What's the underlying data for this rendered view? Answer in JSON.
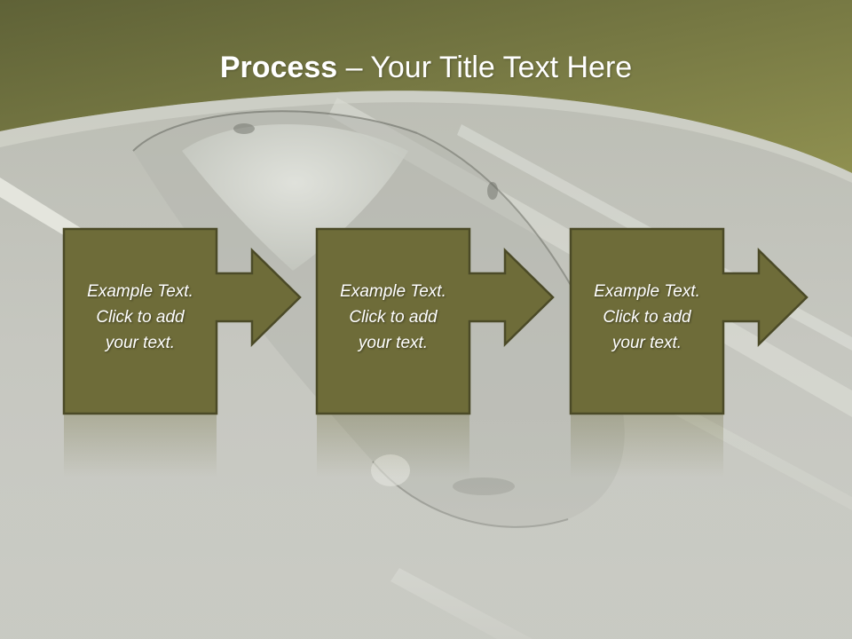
{
  "slide": {
    "title_bold": "Process",
    "title_separator": " – ",
    "title_rest": "Your Title Text Here"
  },
  "steps": [
    {
      "line1": "Example Text.",
      "line2": "Click  to add",
      "line3": "your text."
    },
    {
      "line1": "Example Text.",
      "line2": "Click  to add",
      "line3": "your text."
    },
    {
      "line1": "Example Text.",
      "line2": "Click  to add",
      "line3": "your text."
    }
  ],
  "colors": {
    "banner_dark": "#5f6237",
    "banner_light": "#8c8d4c",
    "step_fill": "#6e6c39",
    "step_border": "#4b4a27",
    "background": "#c8c9c2"
  },
  "icons": {
    "connector": "right-arrow-icon"
  }
}
